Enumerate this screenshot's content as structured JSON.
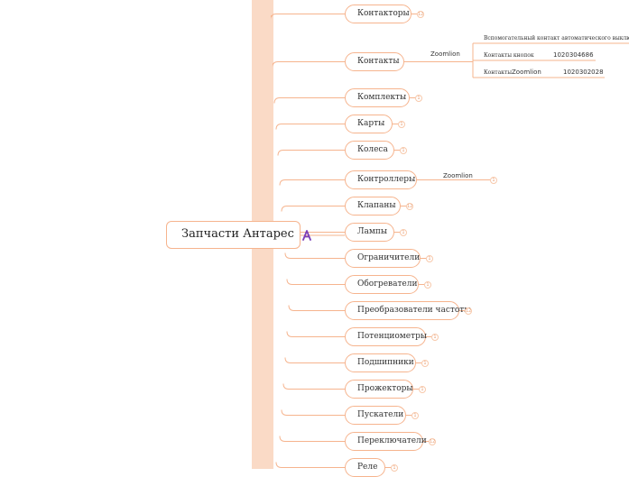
{
  "root": {
    "label": "Запчасти Антарес"
  },
  "branches": [
    {
      "label": "Контакторы",
      "marker": "12"
    },
    {
      "label": "Контакты"
    },
    {
      "label": "Комплекты",
      "marker": "1"
    },
    {
      "label": "Карты",
      "marker": "1"
    },
    {
      "label": "Колеса",
      "marker": "1"
    },
    {
      "label": "Контроллеры",
      "brand": "Zoomlion",
      "marker": "1"
    },
    {
      "label": "Клапаны",
      "marker": "12"
    },
    {
      "label": "Лампы",
      "marker": "1"
    },
    {
      "label": "Ограничители",
      "marker": "1"
    },
    {
      "label": "Обогреватели",
      "marker": "1"
    },
    {
      "label": "Преобразователи частоты",
      "marker": "12"
    },
    {
      "label": "Потенциометры",
      "marker": "1"
    },
    {
      "label": "Подшипники",
      "marker": "1"
    },
    {
      "label": "Прожекторы",
      "marker": "1"
    },
    {
      "label": "Пускатели",
      "marker": "1"
    },
    {
      "label": "Переключатели",
      "marker": "12"
    },
    {
      "label": "Реле",
      "marker": "1"
    }
  ],
  "contacts_subtree": {
    "brand": "Zoomlion",
    "items": [
      {
        "label": "Вспомогательный контакт автоматического выключателя",
        "code": ""
      },
      {
        "label": "Контакты кнопок",
        "code": "1020304686"
      },
      {
        "label": "Контакты",
        "brand": "Zoomlion",
        "code": "1020302028"
      }
    ]
  },
  "colors": {
    "connector": "#f6b48e",
    "icon": "#7b3fb8"
  },
  "icons": {
    "root_side": "ai-sparkle-icon",
    "collapse": "collapse-count-icon"
  }
}
